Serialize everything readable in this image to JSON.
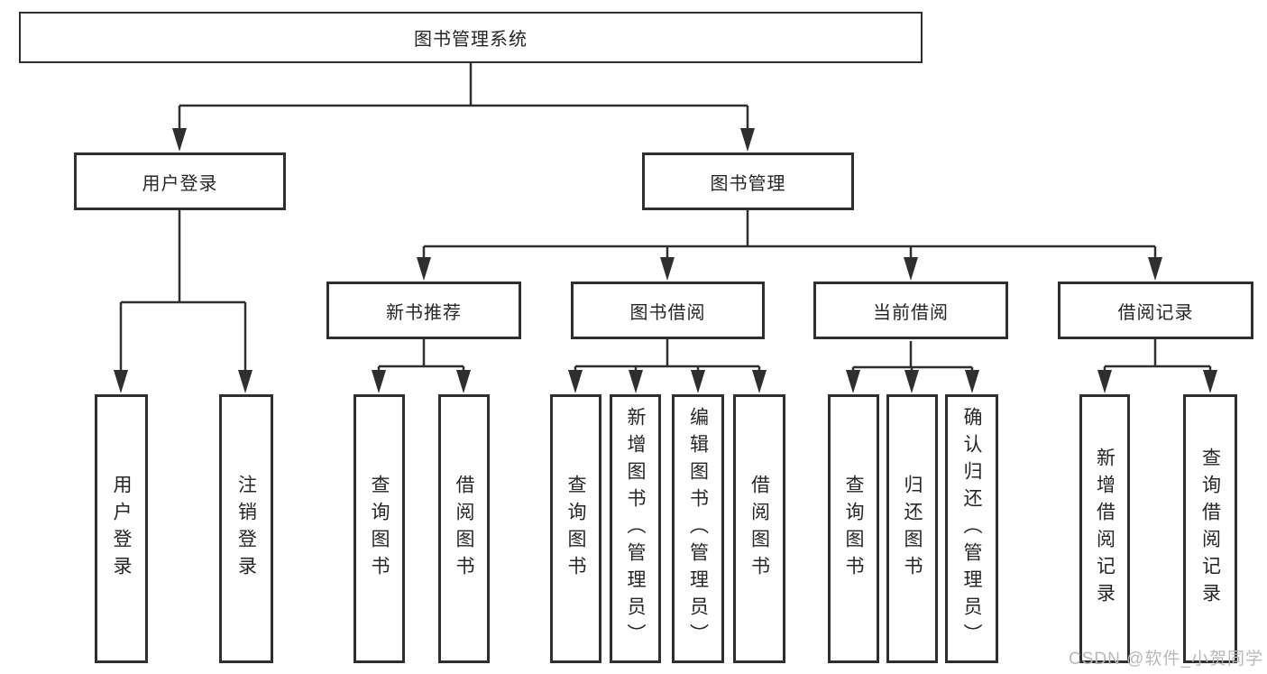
{
  "diagram": {
    "root": {
      "label": "图书管理系统"
    },
    "level1": [
      {
        "label": "用户登录"
      },
      {
        "label": "图书管理"
      }
    ],
    "level2": [
      {
        "label": "新书推荐",
        "parent": "图书管理"
      },
      {
        "label": "图书借阅",
        "parent": "图书管理"
      },
      {
        "label": "当前借阅",
        "parent": "图书管理"
      },
      {
        "label": "借阅记录",
        "parent": "图书管理"
      }
    ],
    "leaves": [
      {
        "label": "用户登录",
        "parent": "用户登录"
      },
      {
        "label": "注销登录",
        "parent": "用户登录"
      },
      {
        "label": "查询图书",
        "parent": "新书推荐"
      },
      {
        "label": "借阅图书",
        "parent": "新书推荐"
      },
      {
        "label": "查询图书",
        "parent": "图书借阅"
      },
      {
        "label": "新增图书（管理员）",
        "parent": "图书借阅"
      },
      {
        "label": "编辑图书（管理员）",
        "parent": "图书借阅"
      },
      {
        "label": "借阅图书",
        "parent": "图书借阅"
      },
      {
        "label": "查询图书",
        "parent": "当前借阅"
      },
      {
        "label": "归还图书",
        "parent": "当前借阅"
      },
      {
        "label": "确认归还（管理员）",
        "parent": "当前借阅"
      },
      {
        "label": "新增借阅记录",
        "parent": "借阅记录"
      },
      {
        "label": "查询借阅记录",
        "parent": "借阅记录"
      }
    ]
  },
  "watermark": {
    "text": "CSDN @软件_小贺同学"
  },
  "colors": {
    "line": "#2f2f2f",
    "text": "#262626",
    "box_background": "#ffffff",
    "page_background": "#ffffff",
    "watermark": "#b9b9b9"
  }
}
